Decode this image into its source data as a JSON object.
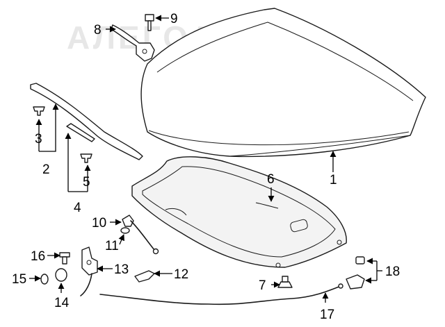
{
  "watermark": {
    "text": "АЛЕГОАВТО"
  },
  "callouts": {
    "c1": "1",
    "c2": "2",
    "c3": "3",
    "c4": "4",
    "c5": "5",
    "c6": "6",
    "c7": "7",
    "c8": "8",
    "c9": "9",
    "c10": "10",
    "c11": "11",
    "c12": "12",
    "c13": "13",
    "c14": "14",
    "c15": "15",
    "c16": "16",
    "c17": "17",
    "c18": "18"
  }
}
